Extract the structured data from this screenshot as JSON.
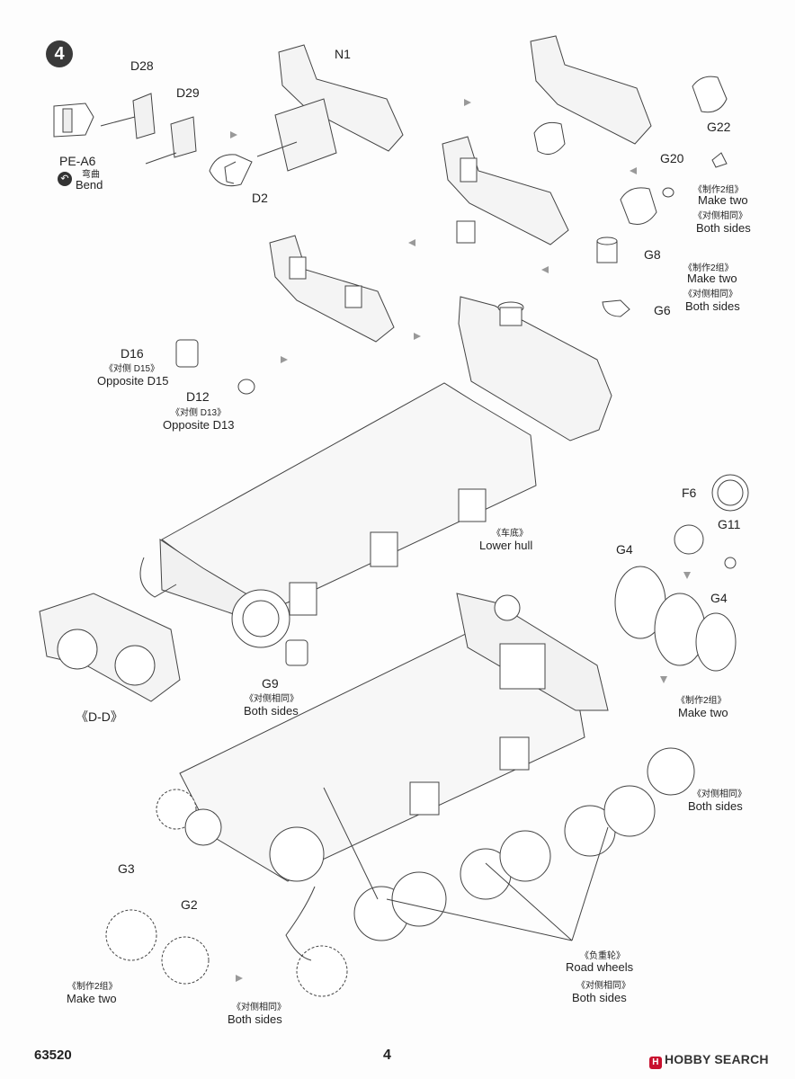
{
  "step": {
    "number": "4"
  },
  "labels": {
    "d28": "D28",
    "d29": "D29",
    "n1": "N1",
    "pe_a6": "PE-A6",
    "bend_cn": "弯曲",
    "bend_en": "Bend",
    "d2": "D2",
    "g22": "G22",
    "g20": "G20",
    "make_two_cn_1": "《制作2组》",
    "make_two_en_1": "Make two",
    "both_sides_cn_1": "《对侧相同》",
    "both_sides_en_1": "Both sides",
    "g8": "G8",
    "make_two_cn_2": "《制作2组》",
    "make_two_en_2": "Make two",
    "both_sides_cn_2": "《对侧相同》",
    "both_sides_en_2": "Both sides",
    "g6": "G6",
    "d16": "D16",
    "opposite_d15_cn": "《对侧 D15》",
    "opposite_d15_en": "Opposite D15",
    "d12": "D12",
    "opposite_d13_cn": "《对侧 D13》",
    "opposite_d13_en": "Opposite D13",
    "lower_hull_cn": "《车底》",
    "lower_hull_en": "Lower hull",
    "f6": "F6",
    "g11": "G11",
    "g4_a": "G4",
    "g4_b": "G4",
    "make_two_cn_3": "《制作2组》",
    "make_two_en_3": "Make two",
    "dd": "《D-D》",
    "g9": "G9",
    "both_sides_cn_3": "《对侧相同》",
    "both_sides_en_3": "Both sides",
    "both_sides_cn_4": "《对侧相同》",
    "both_sides_en_4": "Both sides",
    "g3": "G3",
    "g2": "G2",
    "road_wheels_cn": "《负重轮》",
    "road_wheels_en": "Road wheels",
    "both_sides_cn_5": "《对侧相同》",
    "both_sides_en_5": "Both sides",
    "make_two_cn_4": "《制作2组》",
    "make_two_en_4": "Make two",
    "both_sides_cn_6": "《对侧相同》",
    "both_sides_en_6": "Both sides"
  },
  "footer": {
    "code": "63520",
    "page": "4",
    "watermark_icon": "H",
    "watermark": "HOBBY SEARCH"
  }
}
